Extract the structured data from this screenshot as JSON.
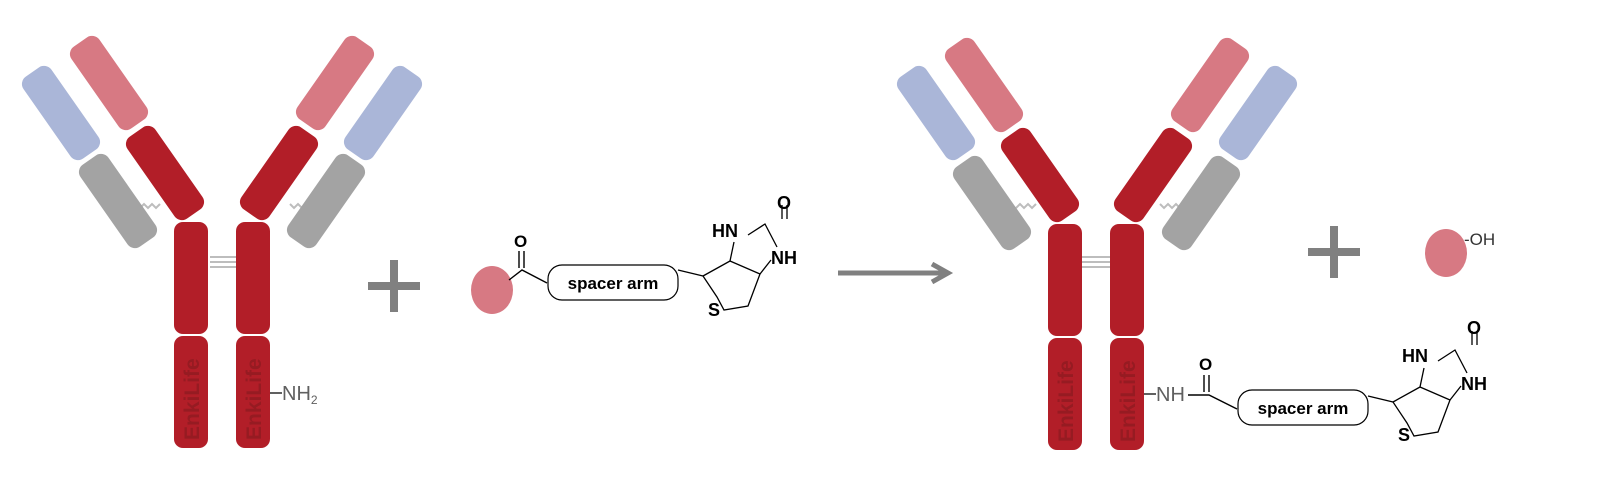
{
  "colors": {
    "heavy_chain": "#b21e28",
    "heavy_light": "#d77983",
    "light_chain_blue": "#aab6d8",
    "light_chain_gray": "#a3a3a3",
    "ester_leaving_group": "#d77983",
    "arrow": "#808080",
    "label_gray": "#606060",
    "watermark": "#8b1a20"
  },
  "left": {
    "watermark_left": "EnkiLife",
    "watermark_right": "EnkiLife",
    "amine_label": "NH",
    "amine_subscript": "2"
  },
  "plus_sign": "+",
  "reagent": {
    "carbonyl_o": "O",
    "spacer_label": "spacer arm",
    "biotin_o": "O",
    "biotin_hn": "HN",
    "biotin_nh": "NH",
    "biotin_s": "S"
  },
  "right": {
    "watermark_left": "EnkiLife",
    "watermark_right": "EnkiLife",
    "amide_label": "NH",
    "carbonyl_o": "O",
    "spacer_label": "spacer arm",
    "biotin_o": "O",
    "biotin_hn": "HN",
    "biotin_nh": "NH",
    "biotin_s": "S"
  },
  "byproduct": {
    "plus_sign": "+",
    "hydroxyl_label": "-OH"
  }
}
